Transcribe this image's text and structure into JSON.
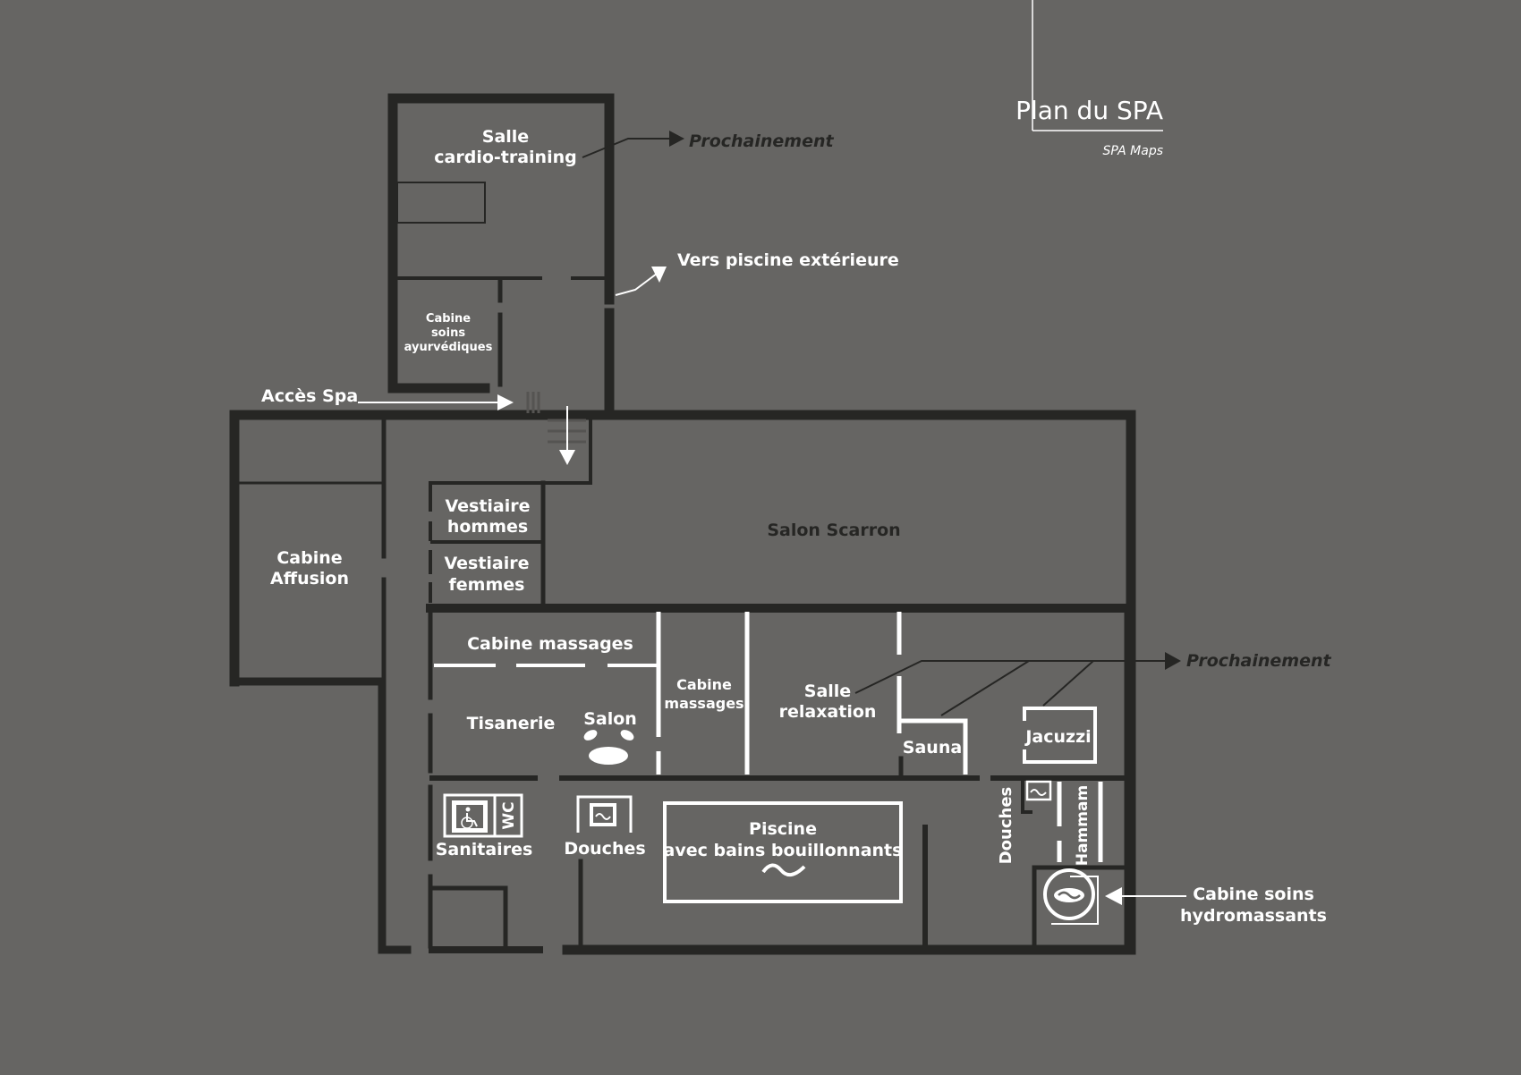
{
  "title": {
    "main": "Plan du SPA",
    "sub": "SPA Maps"
  },
  "rooms": {
    "cardio_line1": "Salle",
    "cardio_line2": "cardio-training",
    "ayurvedic_line1": "Cabine",
    "ayurvedic_line2": "soins",
    "ayurvedic_line3": "ayurvédiques",
    "affusion_line1": "Cabine",
    "affusion_line2": "Affusion",
    "vest_men_line1": "Vestiaire",
    "vest_men_line2": "hommes",
    "vest_women_line1": "Vestiaire",
    "vest_women_line2": "femmes",
    "salon_scarron": "Salon Scarron",
    "massage_cabin": "Cabine massages",
    "massage_cabin2_line1": "Cabine",
    "massage_cabin2_line2": "massages",
    "tisanerie": "Tisanerie",
    "salon": "Salon",
    "relax_line1": "Salle",
    "relax_line2": "relaxation",
    "sauna": "Sauna",
    "jacuzzi": "Jacuzzi",
    "sanitaires": "Sanitaires",
    "wc": "WC",
    "douches": "Douches",
    "pool_line1": "Piscine",
    "pool_line2": "avec bains bouillonnants",
    "douches_vertical": "Douches",
    "hammam": "Hammam"
  },
  "annotations": {
    "coming_soon_top": "Prochainement",
    "outdoor_pool": "Vers piscine extérieure",
    "spa_access": "Accès Spa",
    "coming_soon_right": "Prochainement",
    "hydro_line1": "Cabine soins",
    "hydro_line2": "hydromassants"
  },
  "colors": {
    "background": "#666563",
    "walls": "#262624",
    "labels": "#ffffff"
  },
  "icons": [
    "wheelchair-icon",
    "shower-icon",
    "wave-icon",
    "hydromassage-icon",
    "arrow-icon"
  ]
}
